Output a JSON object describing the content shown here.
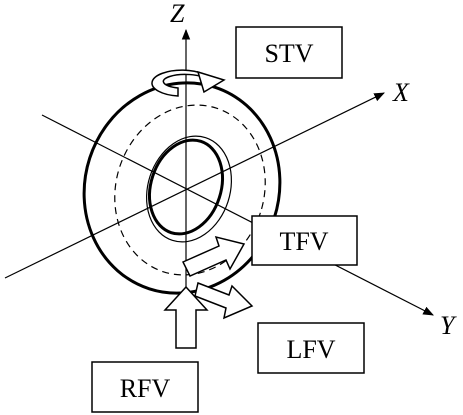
{
  "axes": {
    "z": "Z",
    "x": "X",
    "y": "Y"
  },
  "labels": {
    "stv": "STV",
    "tfv": "TFV",
    "lfv": "LFV",
    "rfv": "RFV"
  }
}
